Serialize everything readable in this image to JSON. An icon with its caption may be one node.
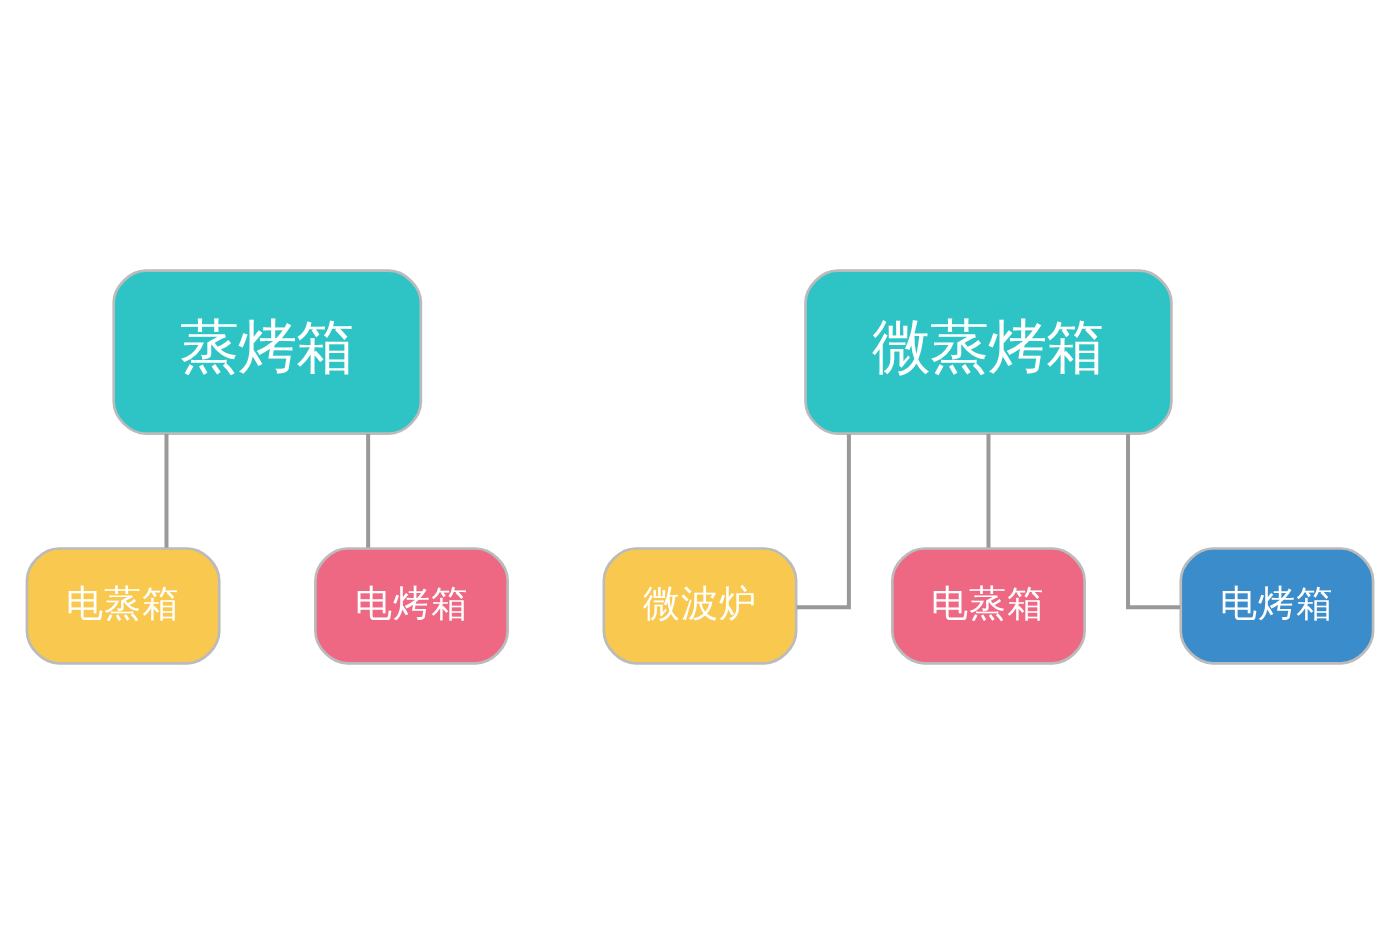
{
  "diagram": {
    "nodes": [
      {
        "text": [
          "蒸烤箱"
        ]
      },
      {
        "text": [
          "电蒸箱"
        ]
      },
      {
        "text": [
          "电烤箱"
        ]
      },
      {
        "text": [
          "微蒸烤箱"
        ]
      },
      {
        "text": [
          "微波炉"
        ]
      },
      {
        "text": [
          "电蒸箱"
        ]
      },
      {
        "text": [
          "电烤箱"
        ]
      }
    ],
    "edges": [
      {
        "from": 0,
        "to": 1,
        "arrow": "none"
      },
      {
        "from": 0,
        "to": 2,
        "arrow": "none"
      },
      {
        "from": 3,
        "to": 4,
        "arrow": "none"
      },
      {
        "from": 3,
        "to": 5,
        "arrow": "none"
      },
      {
        "from": 3,
        "to": 6,
        "arrow": "none"
      }
    ]
  }
}
